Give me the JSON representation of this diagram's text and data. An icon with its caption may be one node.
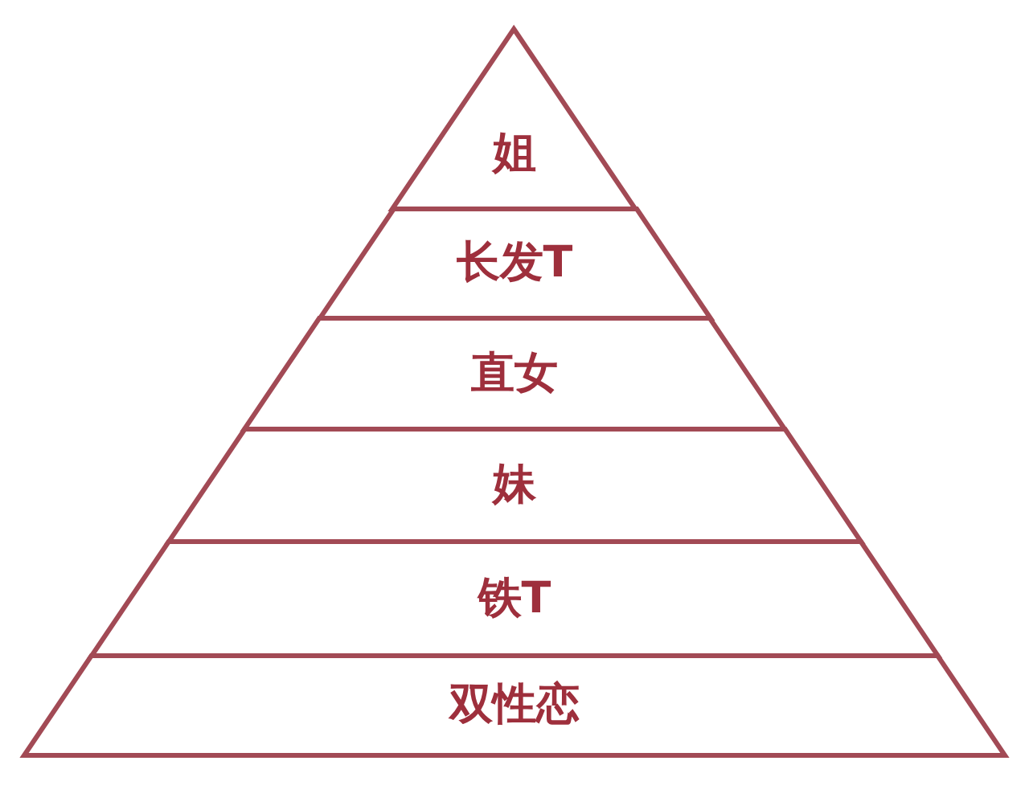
{
  "diagram": {
    "nodes": [
      {
        "text": [
          "姐"
        ]
      },
      {
        "text": [
          "长发T"
        ]
      },
      {
        "text": [
          "直女"
        ]
      },
      {
        "text": [
          "妹"
        ]
      },
      {
        "text": [
          "铁T"
        ]
      },
      {
        "text": [
          "双性恋"
        ]
      }
    ]
  }
}
